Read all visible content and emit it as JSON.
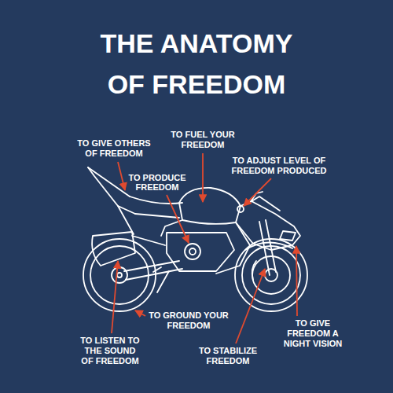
{
  "diagram": {
    "title": "THE ANATOMY OF FREEDOM",
    "labels": [
      "TO GIVE OTHERS OF FREEDOM",
      "TO FUEL YOUR FREEDOM",
      "TO ADJUST LEVEL OF FREEDOM PRODUCED",
      "TO PRODUCE FREEDOM",
      "TO GROUND YOUR FREEDOM",
      "TO GIVE FREEDOM A NIGHT VISION",
      "TO LISTEN TO THE SOUND OF FREEDOM",
      "TO STABILIZE FREEDOM"
    ]
  }
}
